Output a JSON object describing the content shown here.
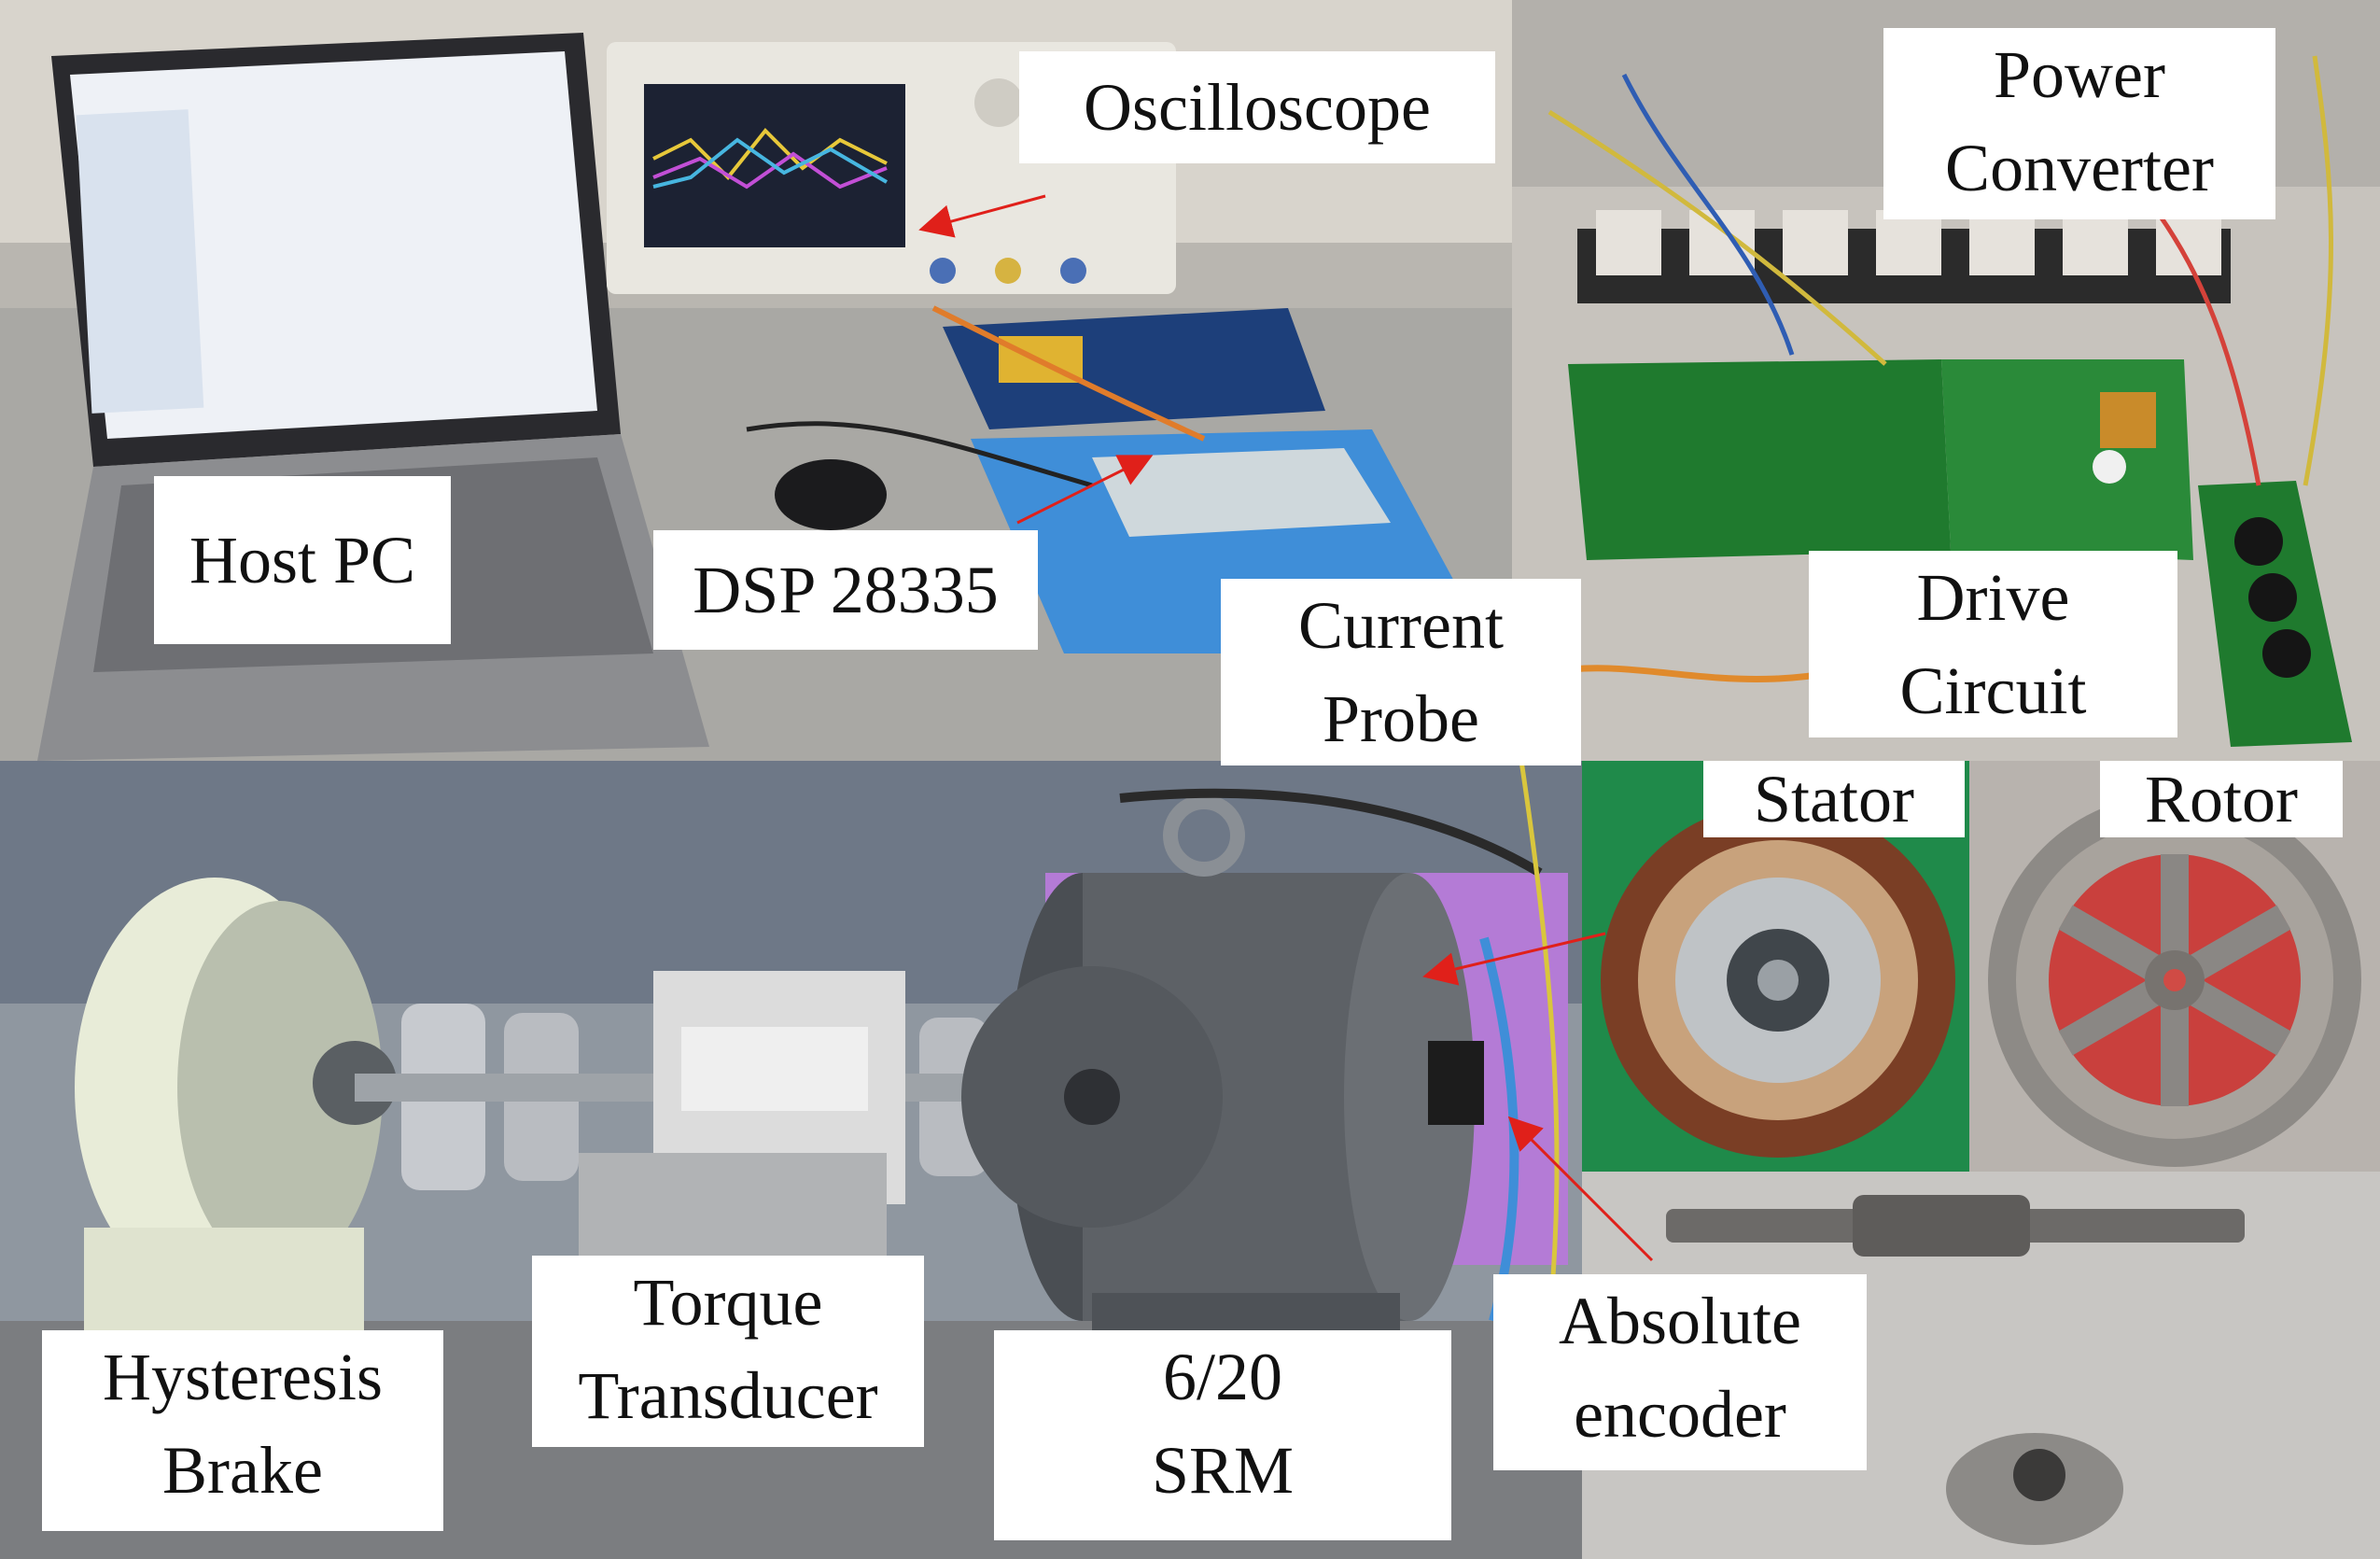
{
  "labels": {
    "oscilloscope": "Oscilloscope",
    "power_converter_1": "Power",
    "power_converter_2": "Converter",
    "host_pc": "Host PC",
    "dsp": "DSP 28335",
    "current_probe_1": "Current",
    "current_probe_2": "Probe",
    "drive_circuit_1": "Drive",
    "drive_circuit_2": "Circuit",
    "stator": "Stator",
    "rotor": "Rotor",
    "torque_transducer_1": "Torque",
    "torque_transducer_2": "Transducer",
    "hysteresis_brake_1": "Hysteresis",
    "hysteresis_brake_2": "Brake",
    "srm_1": "6/20",
    "srm_2": "SRM",
    "absolute_encoder_1": "Absolute",
    "absolute_encoder_2": "encoder"
  },
  "colors": {
    "arrow": "#e0201a",
    "pcb_green": "#1f7a2e",
    "motor_gray": "#5d6166",
    "brake_cream": "#e8ecd8"
  }
}
